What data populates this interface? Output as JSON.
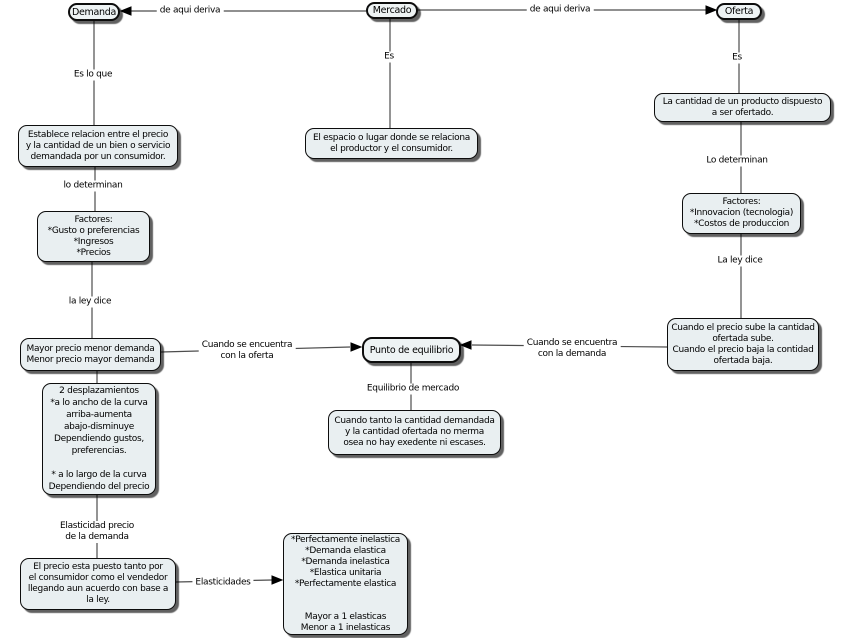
{
  "diagram": {
    "nodes": {
      "demanda": "Demanda",
      "mercado": "Mercado",
      "oferta": "Oferta",
      "punto_equilibrio": "Punto de equilibrio",
      "demanda_def": "Establece relacion entre el precio\ny la cantidad de un bien o servicio\ndemandada por un consumidor.",
      "mercado_def": "El espacio o lugar donde se relaciona\nel productor y el consumidor.",
      "oferta_def": "La cantidad de un producto dispuesto\na ser ofertado.",
      "factores_demanda": "Factores:\n*Gusto o preferencias\n*Ingresos\n*Precios",
      "factores_oferta": "Factores:\n*Innovacion (tecnologia)\n*Costos de produccion",
      "ley_demanda": "Mayor precio menor demanda\nMenor precio mayor demanda",
      "ley_oferta": "Cuando el precio sube la cantidad\nofertada sube.\nCuando el precio baja la contidad\nofertada baja.",
      "equilibrio_def": "Cuando tanto la cantidad demandada\ny la cantidad ofertada no merma\nosea no hay exedente ni escases.",
      "desplazamientos": "2 desplazamientos\n*a lo ancho de la curva\narriba-aumenta\nabajo-disminuye\nDependiendo gustos,\npreferencias.\n\n* a lo largo de la curva\nDependiendo del precio",
      "precio_def": "El precio esta puesto tanto por\nel consumidor como el vendedor\nllegando aun acuerdo con base a\nla ley.",
      "elasticidades_lista": "*Perfectamente inelastica\n*Demanda elastica\n*Demanda inelastica\n*Elastica unitaria\n*Perfectamente elastica\n\n\nMayor a 1 elasticas\nMenor a 1 inelasticas"
    },
    "link_labels": {
      "deriva_izq": "de aqui deriva",
      "deriva_der": "de aqui deriva",
      "es_lo_que": "Es lo que",
      "es_mercado": "Es",
      "es_oferta": "Es",
      "lo_determinan_demanda": "lo determinan",
      "lo_determinan_oferta": "Lo determinan",
      "ley_dice_demanda": "la ley dice",
      "ley_dice_oferta": "La ley dice",
      "encuentra_oferta": "Cuando se encuentra\ncon la oferta",
      "encuentra_demanda": "Cuando se encuentra\ncon la demanda",
      "equilibrio_mercado": "Equilibrio de mercado",
      "elasticidad_precio": "Elasticidad precio\nde la demanda",
      "elasticidades": "Elasticidades"
    },
    "colors": {
      "box_fill": "#e9eff1",
      "box_border": "#0d0d0d",
      "line": "#4d4d4d",
      "arrow": "#000000",
      "background": "#ffffff"
    }
  }
}
